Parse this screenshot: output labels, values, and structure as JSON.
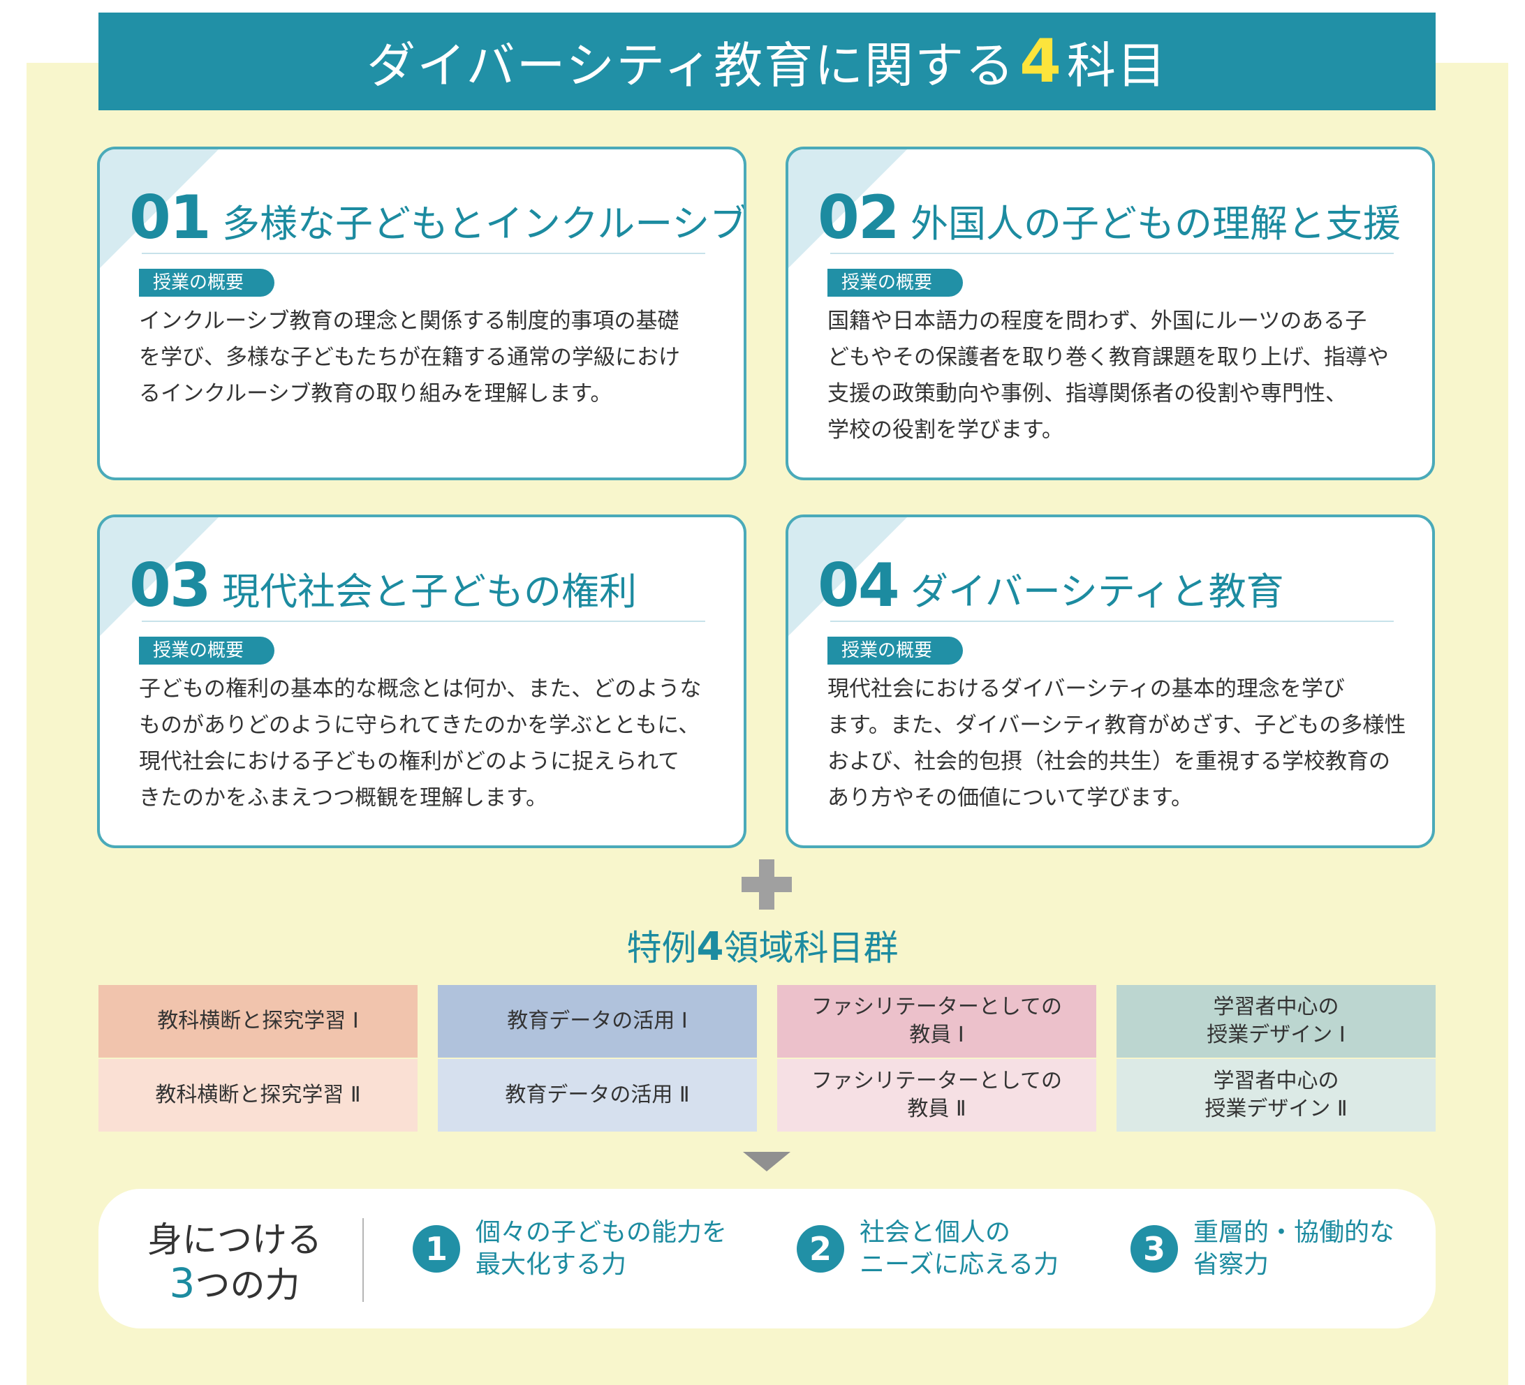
{
  "header": {
    "prefix": "ダイバーシティ教育に関する",
    "number": "4",
    "suffix": "科目"
  },
  "badge_label": "授業の概要",
  "courses": [
    {
      "num": "01",
      "title": "多様な子どもとインクルーシブ教育",
      "lines": [
        "インクルーシブ教育の理念と関係する制度的事項の基礎",
        "を学び、多様な子どもたちが在籍する通常の学級におけ",
        "るインクルーシブ教育の取り組みを理解します。"
      ]
    },
    {
      "num": "02",
      "title": "外国人の子どもの理解と支援",
      "lines": [
        "国籍や日本語力の程度を問わず、外国にルーツのある子",
        "どもやその保護者を取り巻く教育課題を取り上げ、指導や",
        "支援の政策動向や事例、指導関係者の役割や専門性、",
        "学校の役割を学びます。"
      ]
    },
    {
      "num": "03",
      "title": "現代社会と子どもの権利",
      "lines": [
        "子どもの権利の基本的な概念とは何か、また、どのような",
        "ものがありどのように守られてきたのかを学ぶとともに、",
        "現代社会における子どもの権利がどのように捉えられて",
        "きたのかをふまえつつ概観を理解します。"
      ]
    },
    {
      "num": "04",
      "title": "ダイバーシティと教育",
      "lines": [
        "現代社会におけるダイバーシティの基本的理念を学び",
        "ます。また、ダイバーシティ教育がめざす、子どもの多様性",
        "および、社会的包摂（社会的共生）を重視する学校教育の",
        "あり方やその価値について学びます。"
      ]
    }
  ],
  "special_group": {
    "prefix": "特例",
    "number": "4",
    "suffix": "領域科目群"
  },
  "subjects": [
    {
      "top": [
        "教科横断と探究学習 Ⅰ"
      ],
      "bottom": [
        "教科横断と探究学習 Ⅱ"
      ],
      "color_top": "#f1c4ad",
      "color_bottom": "#fae0d4"
    },
    {
      "top": [
        "教育データの活用 Ⅰ"
      ],
      "bottom": [
        "教育データの活用 Ⅱ"
      ],
      "color_top": "#b0c2dc",
      "color_bottom": "#d6e0ee"
    },
    {
      "top": [
        "ファシリテーターとしての",
        "教員 Ⅰ"
      ],
      "bottom": [
        "ファシリテーターとしての",
        "教員 Ⅱ"
      ],
      "color_top": "#ecc1cb",
      "color_bottom": "#f6e0e4"
    },
    {
      "top": [
        "学習者中心の",
        "授業デザイン Ⅰ"
      ],
      "bottom": [
        "学習者中心の",
        "授業デザイン Ⅱ"
      ],
      "color_top": "#bcd6d0",
      "color_bottom": "#dceae6"
    }
  ],
  "abilities": {
    "label_line1": "身につける",
    "label_num": "3",
    "label_line2_suffix": "つの力",
    "items": [
      {
        "num": "1",
        "lines": [
          "個々の子どもの能力を",
          "最大化する力"
        ]
      },
      {
        "num": "2",
        "lines": [
          "社会と個人の",
          "ニーズに応える力"
        ]
      },
      {
        "num": "3",
        "lines": [
          "重層的・協働的な",
          "省察力"
        ]
      }
    ]
  },
  "colors": {
    "accent": "#2190a6",
    "highlight": "#fce43c",
    "background": "#f8f6cc"
  }
}
